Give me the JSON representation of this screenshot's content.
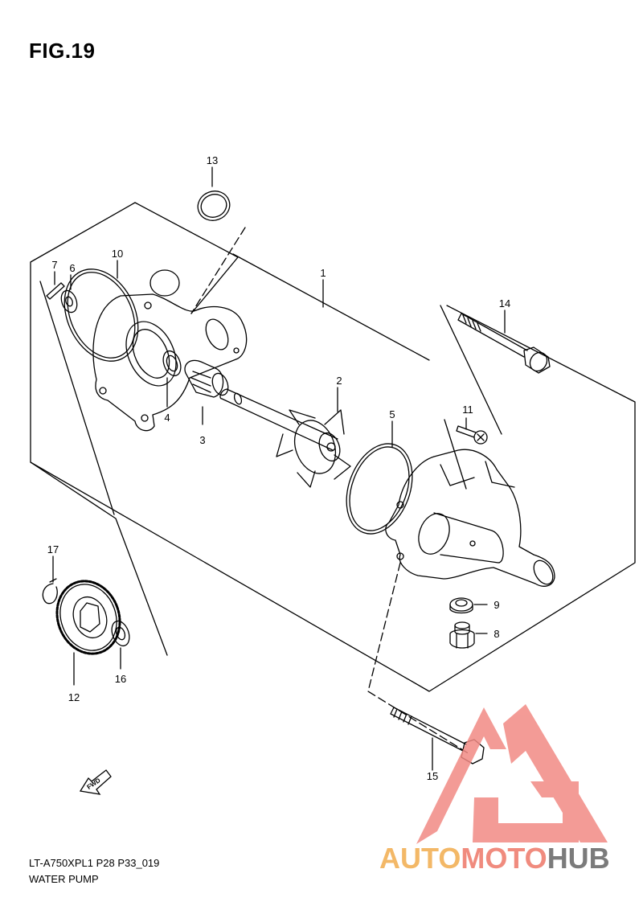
{
  "figure": {
    "title": "FIG.19"
  },
  "callouts": [
    {
      "id": "1",
      "text": "1"
    },
    {
      "id": "2",
      "text": "2"
    },
    {
      "id": "3",
      "text": "3"
    },
    {
      "id": "4",
      "text": "4"
    },
    {
      "id": "5",
      "text": "5"
    },
    {
      "id": "6",
      "text": "6"
    },
    {
      "id": "7",
      "text": "7"
    },
    {
      "id": "8",
      "text": "8"
    },
    {
      "id": "9",
      "text": "9"
    },
    {
      "id": "10",
      "text": "10"
    },
    {
      "id": "11",
      "text": "11"
    },
    {
      "id": "12",
      "text": "12"
    },
    {
      "id": "13",
      "text": "13"
    },
    {
      "id": "14",
      "text": "14"
    },
    {
      "id": "15",
      "text": "15"
    },
    {
      "id": "16",
      "text": "16"
    },
    {
      "id": "17",
      "text": "17"
    }
  ],
  "fwd_arrow": {
    "label": "FWD"
  },
  "footer": {
    "model_code": "LT-A750XPL1 P28 P33_019",
    "section_name": "WATER PUMP"
  },
  "watermark": {
    "part1": "AUTO",
    "part2": "MOTO",
    "part3": "HUB",
    "colors": {
      "auto": "#f3b867",
      "moto": "#f08b7e",
      "hub": "#7b7b7b",
      "triangle": "#f28a84"
    }
  }
}
